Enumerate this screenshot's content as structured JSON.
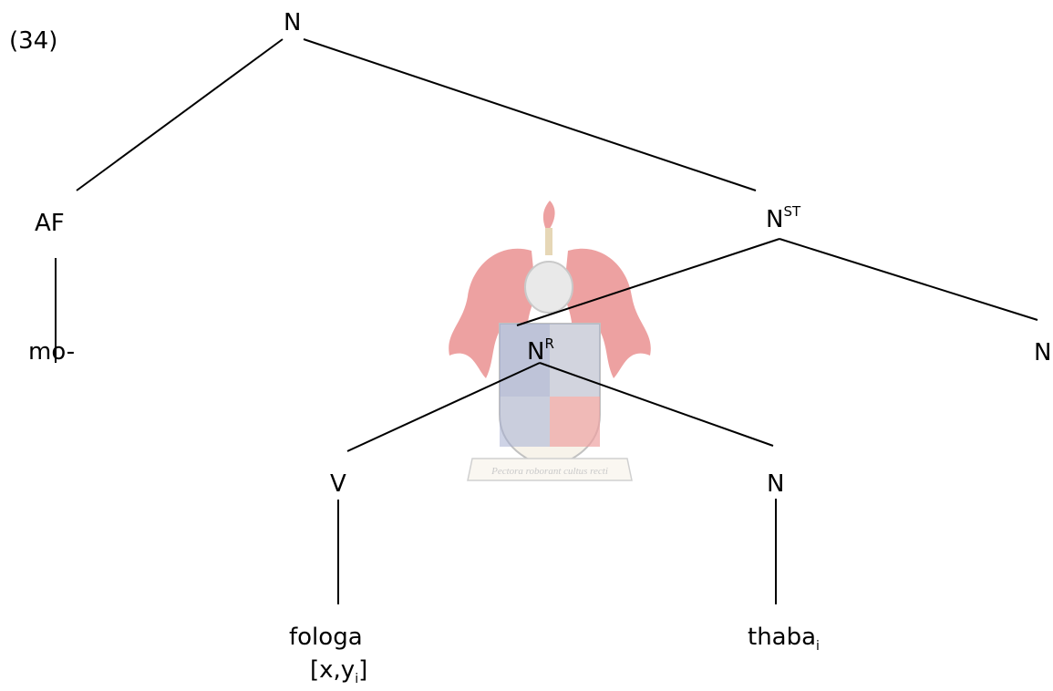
{
  "example_number": "(34)",
  "nodes": {
    "root": {
      "label": "N"
    },
    "af": {
      "label": "AF"
    },
    "mo": {
      "label": "mo-"
    },
    "nst": {
      "label": "N",
      "sup": "ST"
    },
    "nr": {
      "label": "N",
      "sup": "R"
    },
    "n_right": {
      "label": "N"
    },
    "v": {
      "label": "V"
    },
    "n_mid": {
      "label": "N"
    },
    "fologa": {
      "label": "fologa"
    },
    "features": {
      "open": "[x,y",
      "sub": "i",
      "close": "]"
    },
    "thaba": {
      "label": "thaba",
      "sub": "i"
    }
  },
  "watermark": {
    "motto": "Pectora roborant cultus recti"
  },
  "colors": {
    "ink": "#000000",
    "crest_red": "#d93030",
    "crest_blue": "#3a4f9a",
    "crest_gold": "#c8a860"
  }
}
